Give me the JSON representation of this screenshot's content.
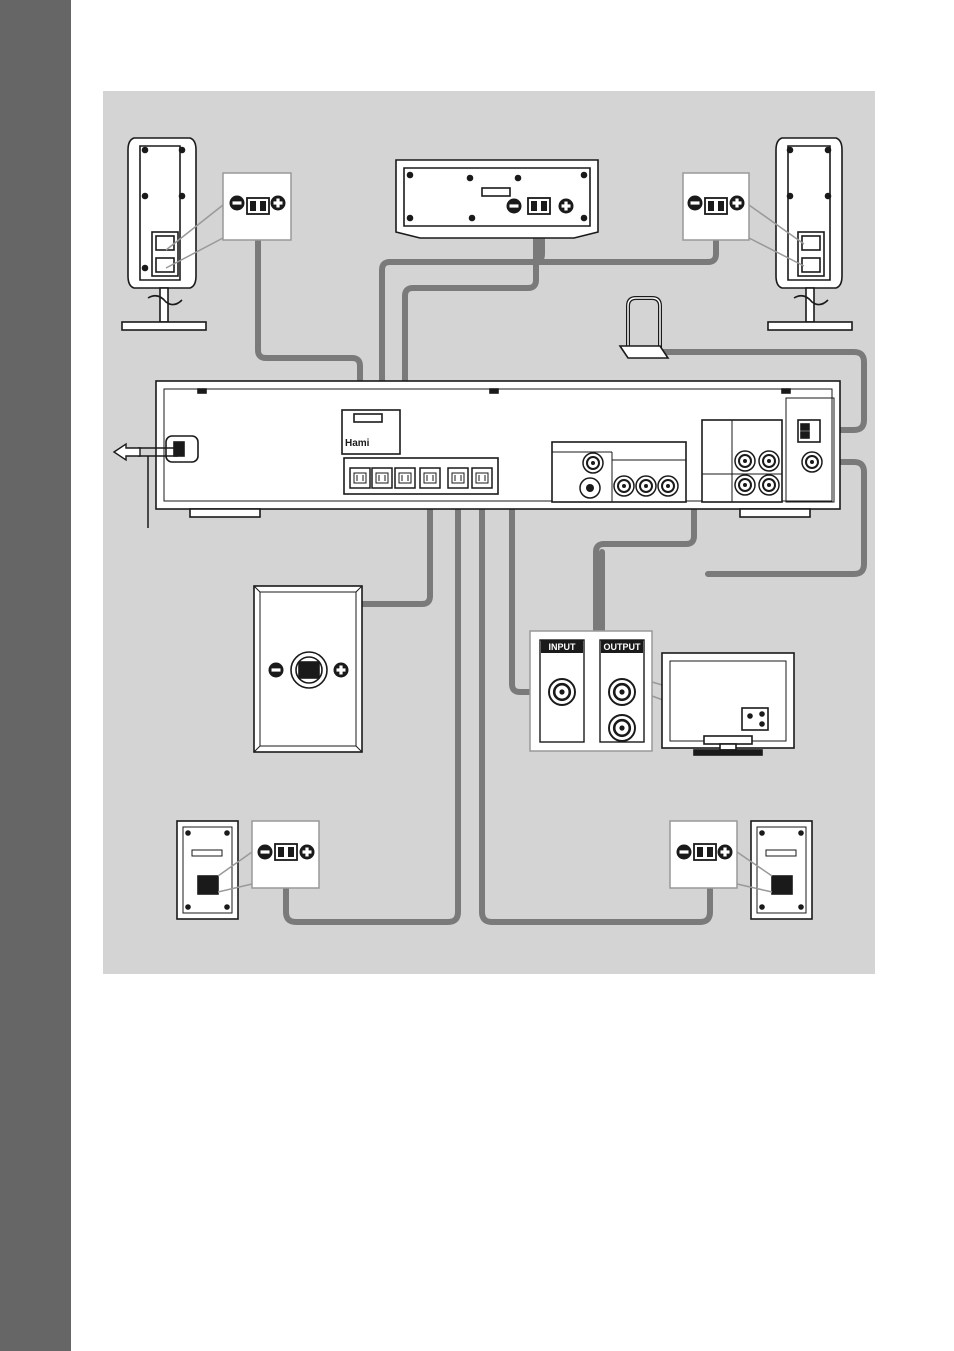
{
  "labels": {
    "input_jack": "INPUT",
    "output_jack": "OUTPUT",
    "hdmi_logo": "Hami"
  },
  "colors": {
    "page_background": "#ffffff",
    "side_bar": "#666666",
    "panel_background": "#d4d4d4",
    "cable": "#7a7a7a",
    "line": "#1a1a1a",
    "label_tag": "#1a1a1a"
  },
  "icons": {
    "polarity_minus": "minus-circle-icon",
    "polarity_plus": "plus-circle-icon",
    "power_cord_arrow": "arrow-left-icon"
  }
}
